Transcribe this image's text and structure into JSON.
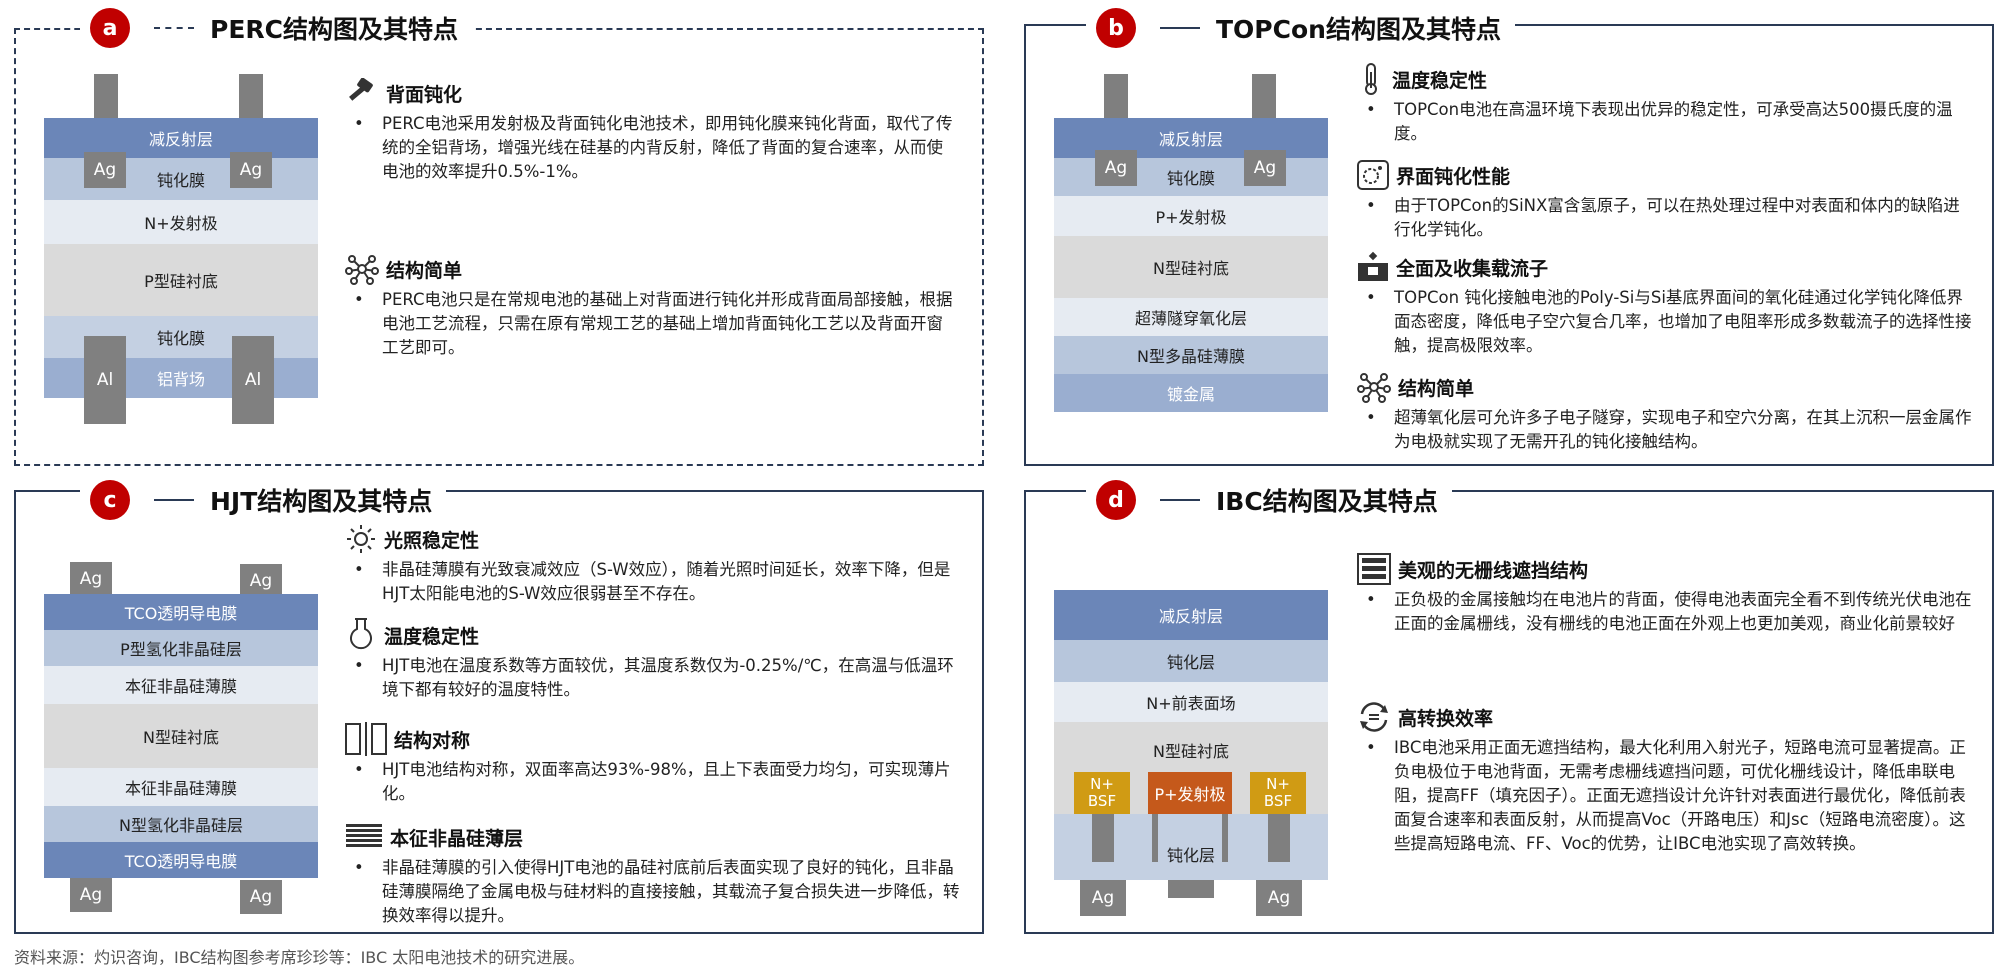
{
  "panels": {
    "a": {
      "badge": "a",
      "title": "PERC结构图及其特点",
      "layers": [
        "减反射层",
        "钝化膜",
        "N+发射极",
        "P型硅衬底",
        "钝化膜",
        "铝背场"
      ],
      "ag": "Ag",
      "al": "Al",
      "features": [
        {
          "icon": "hammer-icon",
          "title": "背面钝化",
          "text": "PERC电池采用发射极及背面钝化电池技术，即用钝化膜来钝化背面，取代了传统的全铝背场，增强光线在硅基的内背反射，降低了背面的复合速率，从而使电池的效率提升0.5%-1%。"
        },
        {
          "icon": "network-icon",
          "title": "结构简单",
          "text": "PERC电池只是在常规电池的基础上对背面进行钝化并形成背面局部接触，根据电池工艺流程，只需在原有常规工艺的基础上增加背面钝化工艺以及背面开窗工艺即可。"
        }
      ]
    },
    "b": {
      "badge": "b",
      "title": "TOPCon结构图及其特点",
      "layers": [
        "减反射层",
        "钝化膜",
        "P+发射极",
        "N型硅衬底",
        "超薄隧穿氧化层",
        "N型多晶硅薄膜",
        "镀金属"
      ],
      "ag": "Ag",
      "features": [
        {
          "icon": "thermometer-icon",
          "title": "温度稳定性",
          "text": "TOPCon电池在高温环境下表现出优异的稳定性，可承受高达500摄氏度的温度。"
        },
        {
          "icon": "interface-icon",
          "title": "界面钝化性能",
          "text": "由于TOPCon的SiNX富含氢原子，可以在热处理过程中对表面和体内的缺陷进行化学钝化。"
        },
        {
          "icon": "collect-icon",
          "title": "全面及收集载流子",
          "text": "TOPCon 钝化接触电池的Poly-Si与Si基底界面间的氧化硅通过化学钝化降低界面态密度，降低电子空穴复合几率，也增加了电阻率形成多数载流子的选择性接触，提高极限效率。"
        },
        {
          "icon": "network-icon",
          "title": "结构简单",
          "text": "超薄氧化层可允许多子电子隧穿，实现电子和空穴分离，在其上沉积一层金属作为电极就实现了无需开孔的钝化接触结构。"
        }
      ]
    },
    "c": {
      "badge": "c",
      "title": "HJT结构图及其特点",
      "layers": [
        "TCO透明导电膜",
        "P型氢化非晶硅层",
        "本征非晶硅薄膜",
        "N型硅衬底",
        "本征非晶硅薄膜",
        "N型氢化非晶硅层",
        "TCO透明导电膜"
      ],
      "ag": "Ag",
      "features": [
        {
          "icon": "sun-icon",
          "title": "光照稳定性",
          "text": "非晶硅薄膜有光致衰减效应（S-W效应），随着光照时间延长，效率下降，但是HJT太阳能电池的S-W效应很弱甚至不存在。"
        },
        {
          "icon": "flask-icon",
          "title": "温度稳定性",
          "text": "HJT电池在温度系数等方面较优，其温度系数仅为-0.25%/℃，在高温与低温环境下都有较好的温度特性。"
        },
        {
          "icon": "symmetry-icon",
          "title": "结构对称",
          "text": "HJT电池结构对称，双面率高达93%-98%，且上下表面受力均匀，可实现薄片化。"
        },
        {
          "icon": "layers-icon",
          "title": "本征非晶硅薄层",
          "text": "非晶硅薄膜的引入使得HJT电池的晶硅衬底前后表面实现了良好的钝化，且非晶硅薄膜隔绝了金属电极与硅材料的直接接触，其载流子复合损失进一步降低，转换效率得以提升。"
        }
      ]
    },
    "d": {
      "badge": "d",
      "title": "IBC结构图及其特点",
      "layers": [
        "减反射层",
        "钝化层",
        "N+前表面场",
        "N型硅衬底",
        "钝化层"
      ],
      "n_bsf": "N+\nBSF",
      "p_emitter": "P+发射极",
      "ag": "Ag",
      "features": [
        {
          "icon": "grid-icon",
          "title": "美观的无栅线遮挡结构",
          "text": "正负极的金属接触均在电池片的背面，使得电池表面完全看不到传统光伏电池在正面的金属栅线，没有栅线的电池正面在外观上也更加美观，商业化前景较好"
        },
        {
          "icon": "cycle-icon",
          "title": "高转换效率",
          "text": "IBC电池采用正面无遮挡结构，最大化利用入射光子，短路电流可显著提高。正负电极位于电池背面，无需考虑栅线遮挡问题，可优化栅线设计，降低串联电阻，提高FF（填充因子）。正面无遮挡设计允许针对表面进行最优化，降低前表面复合速率和表面反射，从而提高Voc（开路电压）和Jsc（短路电流密度）。这些提高短路电流、FF、Voc的优势，让IBC电池实现了高效转换。"
        }
      ]
    }
  },
  "bullet_char": "•",
  "source": "资料来源：灼识咨询，IBC结构图参考席珍珍等：IBC 太阳电池技术的研究进展。",
  "colors": {
    "badge": "#c00000",
    "frame": "#2a3a55",
    "blue_dark": "#6b86b8",
    "blue_mid": "#b7c6dc",
    "blue_light": "#e6ebf2",
    "grey": "#808080",
    "substrate": "#dadada",
    "orange": "#c5591b",
    "gold": "#d09b14"
  }
}
